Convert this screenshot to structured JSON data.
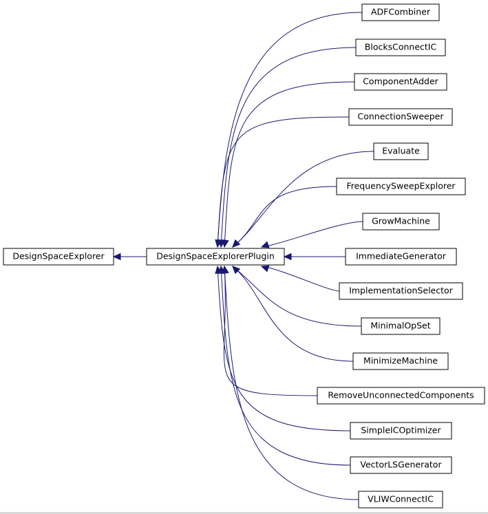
{
  "diagram": {
    "type": "inheritance-graph",
    "edge_color": "#191970",
    "nodes": {
      "root": "DesignSpaceExplorer",
      "plugin": "DesignSpaceExplorerPlugin",
      "children": [
        "ADFCombiner",
        "BlocksConnectIC",
        "ComponentAdder",
        "ConnectionSweeper",
        "Evaluate",
        "FrequencySweepExplorer",
        "GrowMachine",
        "ImmediateGenerator",
        "ImplementationSelector",
        "MinimalOpSet",
        "MinimizeMachine",
        "RemoveUnconnectedComponents",
        "SimpleICOptimizer",
        "VectorLSGenerator",
        "VLIWConnectIC"
      ]
    }
  }
}
